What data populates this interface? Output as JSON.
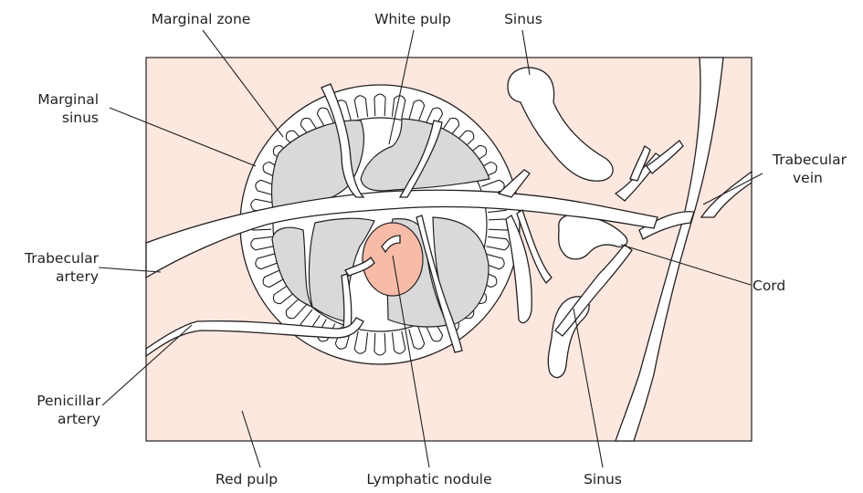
{
  "labels": {
    "marginal_zone": "Marginal zone",
    "white_pulp": "White pulp",
    "sinus_top": "Sinus",
    "marginal_sinus": [
      "Marginal",
      "sinus"
    ],
    "trabecular_vein": [
      "Trabecular",
      "vein"
    ],
    "trabecular_artery": [
      "Trabecular",
      "artery"
    ],
    "cord": "Cord",
    "penicillar_artery": [
      "Penicillar",
      "artery"
    ],
    "red_pulp": "Red pulp",
    "lymphatic_nodule": "Lymphatic nodule",
    "sinus_bottom": "Sinus"
  },
  "colors": {
    "red_pulp_background": "#fde8df",
    "white_pulp": "#d9d9db",
    "lymphatic_nodule": "#f7bca8",
    "outline": "#231f20"
  }
}
